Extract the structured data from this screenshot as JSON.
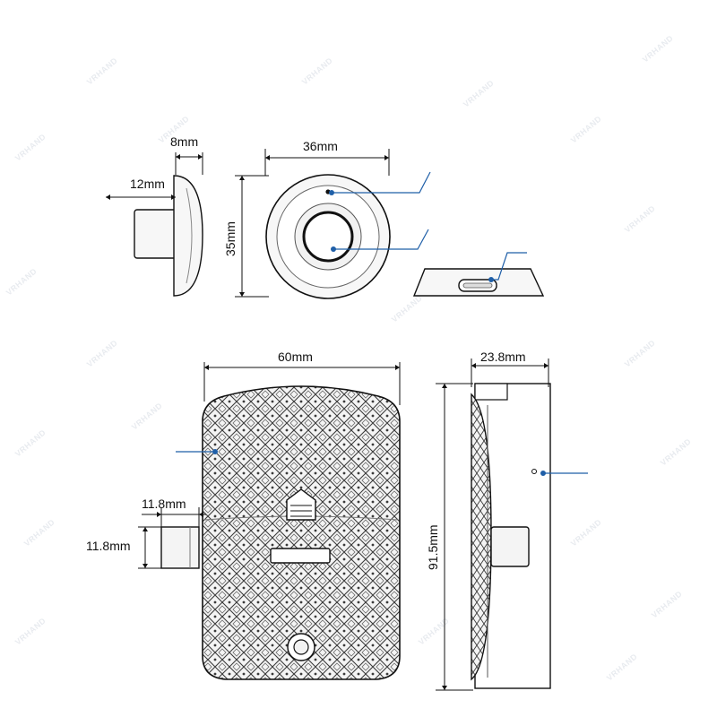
{
  "watermark": "VRHAND",
  "colors": {
    "callout": "#1f5fa8",
    "outline": "#111111",
    "body_fill": "#f7f7f7",
    "pattern": "#444444"
  },
  "dimensions": {
    "side_thickness": "8mm",
    "side_knob": "12mm",
    "front_width": "36mm",
    "front_height": "35mm",
    "lock_width": "60mm",
    "lock_depth": "23.8mm",
    "lock_height": "91.5mm",
    "bolt_width": "11.8mm",
    "bolt_height": "11.8mm"
  }
}
